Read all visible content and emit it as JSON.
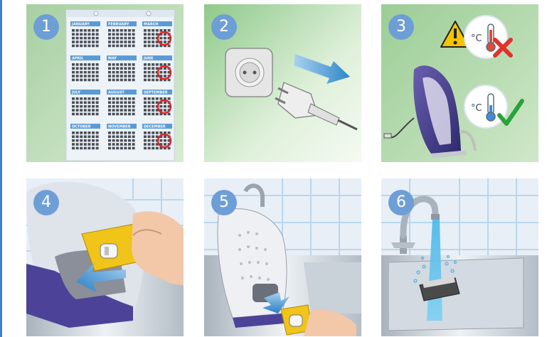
{
  "steps": [
    {
      "number": "1"
    },
    {
      "number": "2"
    },
    {
      "number": "3"
    },
    {
      "number": "4"
    },
    {
      "number": "5"
    },
    {
      "number": "6"
    }
  ],
  "calendar": {
    "months": [
      "JANUARY",
      "FEBRUARY",
      "MARCH",
      "APRIL",
      "MAY",
      "JUNE",
      "JULY",
      "AUGUST",
      "SEPTEMBER",
      "OCTOBER",
      "NOVEMBER",
      "DECEMBER"
    ]
  },
  "temperature": {
    "unit": "°C",
    "hot_unit": "°C",
    "cold_unit": "°C"
  },
  "colors": {
    "badge": "#6e9ed6",
    "calendar_header": "#5b9bd5",
    "warning": "#f2c500",
    "cross": "#e0312b",
    "check": "#2aa33c",
    "scale_cartridge": "#f0c419",
    "water": "#49b6e8"
  }
}
